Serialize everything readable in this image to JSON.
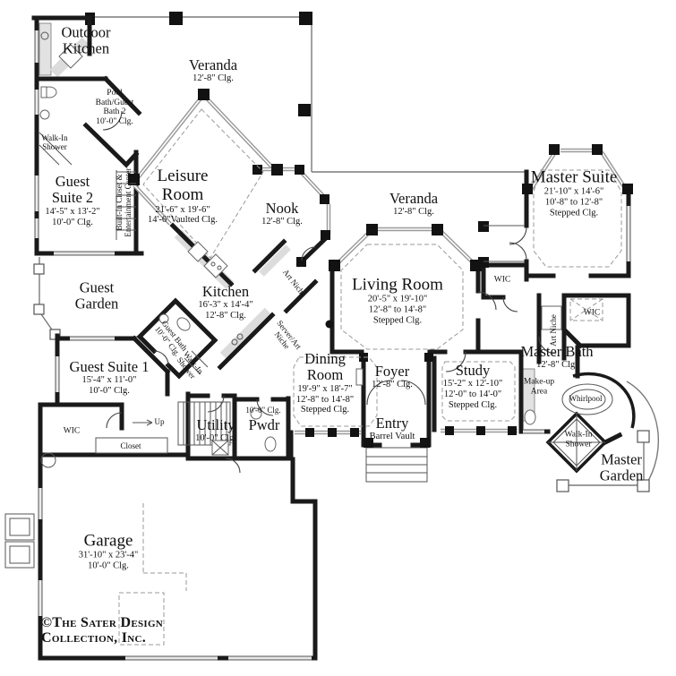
{
  "plan": {
    "ink_color": "#1a1a1a",
    "copyright": {
      "lines": [
        "©The Sater Design",
        "Collection, Inc."
      ]
    }
  },
  "rooms": {
    "veranda_top": {
      "lines": [
        "Veranda",
        "12'-8\" Clg."
      ]
    },
    "outdoor_kitchen": {
      "lines": [
        "Outdoor",
        "Kitchen"
      ]
    },
    "pool_bath": {
      "lines": [
        "Pool",
        "Bath/Guest",
        "Bath 2",
        "10'-0\" Clg."
      ]
    },
    "walk_in_shower_guest2": {
      "lines": [
        "Walk-In",
        "Shower"
      ]
    },
    "guest_suite_2": {
      "lines": [
        "Guest",
        "Suite 2",
        "14'-5\" x 13'-2\"",
        "10'-0\" Clg."
      ]
    },
    "built_in_closet": {
      "lines": [
        "Built-In Closet &",
        "Entertainment Center"
      ]
    },
    "leisure_room": {
      "lines": [
        "Leisure",
        "Room",
        "21'-6\" x 19'-6\"",
        "14'-6\"Vaulted Clg."
      ]
    },
    "nook": {
      "lines": [
        "Nook",
        "12'-8\" Clg."
      ]
    },
    "veranda_right": {
      "lines": [
        "Veranda",
        "12'-8\" Clg."
      ]
    },
    "master_suite": {
      "lines": [
        "Master Suite",
        "21'-10\" x 14'-6\"",
        "10'-8\" to 12'-8\"",
        "Stepped Clg."
      ]
    },
    "guest_garden": {
      "lines": [
        "Guest",
        "Garden"
      ]
    },
    "kitchen": {
      "lines": [
        "Kitchen",
        "16'-3\" x 14'-4\"",
        "12'-8\" Clg."
      ]
    },
    "art_niche_kitchen": {
      "lines": [
        "Art Niche"
      ]
    },
    "server_art_niche": {
      "lines": [
        "Server/Art",
        "Niche"
      ]
    },
    "living_room": {
      "lines": [
        "Living Room",
        "20'-5\" x 19'-10\"",
        "12'-8\" to 14'-8\"",
        "Stepped Clg."
      ]
    },
    "wic_hall": {
      "lines": [
        "WIC"
      ]
    },
    "art_niche_master": {
      "lines": [
        "Art Niche"
      ]
    },
    "wic_master": {
      "lines": [
        "WIC"
      ]
    },
    "master_bath": {
      "lines": [
        "Master Bath",
        "12'-8\" Clg."
      ]
    },
    "make_up_area": {
      "lines": [
        "Make-up",
        "Area"
      ]
    },
    "whirlpool": {
      "lines": [
        "Whirlpool"
      ]
    },
    "guest_suite_1": {
      "lines": [
        "Guest Suite 1",
        "15'-4\" x 11'-0\"",
        "10'-0\" Clg."
      ]
    },
    "guest_bath": {
      "lines": [
        "Guest Bath",
        "10'-0\" Clg."
      ]
    },
    "walk_in_shower_guest1": {
      "lines": [
        "Walk-In",
        "Shower"
      ]
    },
    "dining_room": {
      "lines": [
        "Dining",
        "Room",
        "19'-9\" x 18'-7\"",
        "12'-8\" to 14'-8\"",
        "Stepped Clg."
      ]
    },
    "foyer": {
      "lines": [
        "Foyer",
        "12'-8\" Clg."
      ]
    },
    "study": {
      "lines": [
        "Study",
        "15'-2\" x 12'-10\"",
        "12'-0\" to 14'-0\"",
        "Stepped Clg."
      ]
    },
    "wic_guest": {
      "lines": [
        "WIC"
      ]
    },
    "stairs_up": {
      "lines": [
        "Up"
      ]
    },
    "closet": {
      "lines": [
        "Closet"
      ]
    },
    "utility": {
      "lines": [
        "Utility",
        "10'-0\" Clg."
      ]
    },
    "pwdr_clg": {
      "lines": [
        "10'-0\" Clg."
      ]
    },
    "pwdr": {
      "lines": [
        "Pwdr"
      ]
    },
    "entry": {
      "lines": [
        "Entry",
        "Barrel Vault"
      ]
    },
    "walk_in_shower_master": {
      "lines": [
        "Walk-In",
        "Shower"
      ]
    },
    "master_garden": {
      "lines": [
        "Master",
        "Garden"
      ]
    },
    "garage": {
      "lines": [
        "Garage",
        "31'-10\" x 23'-4\"",
        "10'-0\" Clg."
      ]
    }
  }
}
